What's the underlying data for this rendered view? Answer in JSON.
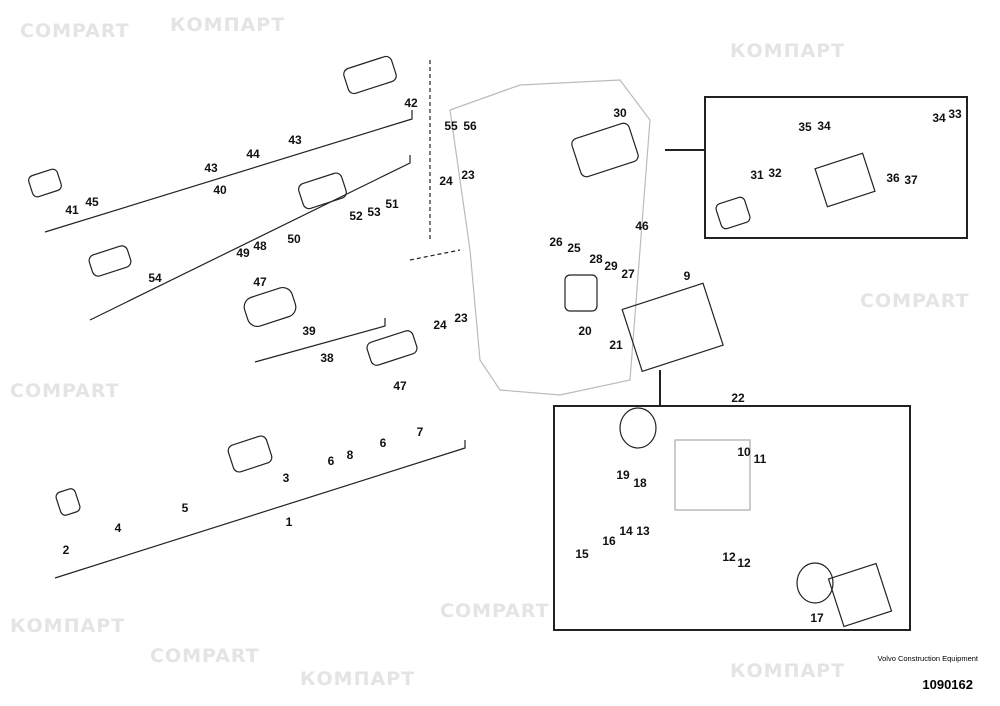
{
  "watermark": {
    "latin": "COMPART",
    "cyrillic": "КОМПАРТ"
  },
  "labels": [
    "42",
    "43",
    "44",
    "43",
    "41",
    "45",
    "40",
    "55",
    "56",
    "30",
    "24",
    "23",
    "52",
    "53",
    "51",
    "49",
    "48",
    "50",
    "54",
    "47",
    "26",
    "25",
    "28",
    "29",
    "27",
    "46",
    "9",
    "39",
    "38",
    "24",
    "23",
    "20",
    "21",
    "47",
    "22",
    "7",
    "6",
    "8",
    "6",
    "3",
    "5",
    "4",
    "1",
    "2",
    "35",
    "34",
    "34",
    "33",
    "31",
    "32",
    "36",
    "37",
    "19",
    "18",
    "10",
    "11",
    "14",
    "13",
    "16",
    "15",
    "12",
    "12",
    "17"
  ],
  "footer": {
    "publisher": "Volvo Construction Equipment",
    "document_number": "1090162"
  }
}
